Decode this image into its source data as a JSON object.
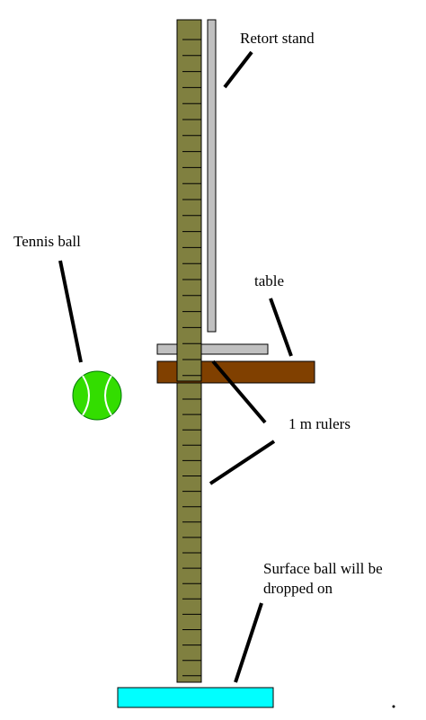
{
  "labels": {
    "retort_stand": "Retort stand",
    "tennis_ball": "Tennis ball",
    "table": "table",
    "rulers": "1 m rulers",
    "surface_line1": "Surface ball will be",
    "surface_line2": "dropped on"
  },
  "colors": {
    "ruler": "#808040",
    "table": "#804000",
    "retort_stand": "#c0c0c0",
    "tennis_ball": "#33dd00",
    "surface": "#00ffff"
  }
}
